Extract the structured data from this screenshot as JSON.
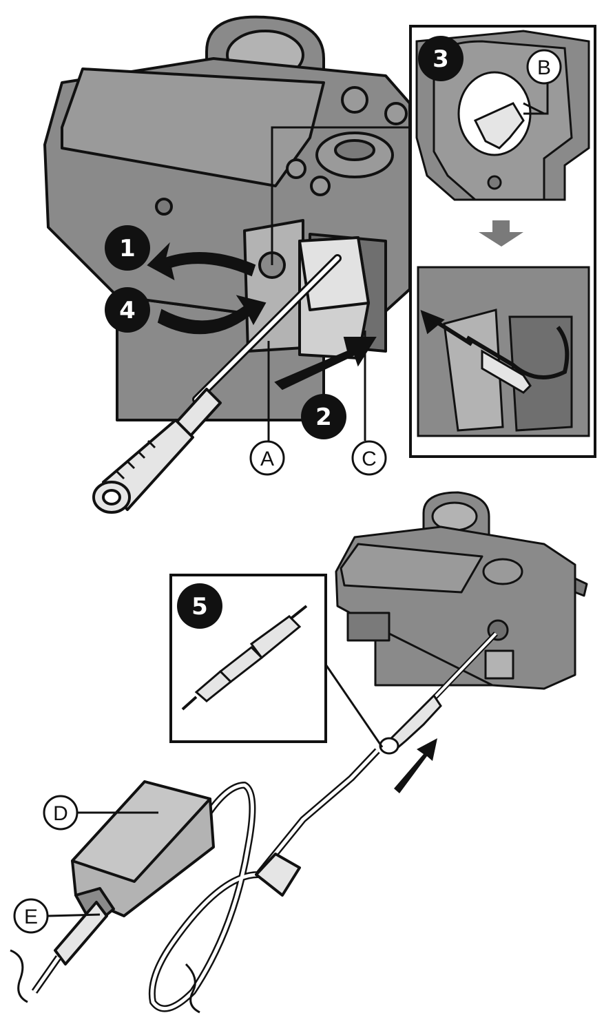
{
  "steps": [
    {
      "number": "1"
    },
    {
      "number": "2"
    },
    {
      "number": "3"
    },
    {
      "number": "4"
    },
    {
      "number": "5"
    }
  ],
  "part_labels": {
    "a": "A",
    "b": "B",
    "c": "C",
    "d": "D",
    "e": "E"
  },
  "colors": {
    "line": "#111111",
    "camera_gray": "#8a8a8a",
    "camera_dark": "#6f6f6f",
    "camera_light": "#b3b3b3",
    "arrow_dark": "#111111",
    "arrow_light": "#7a7a7a",
    "background": "#ffffff"
  }
}
